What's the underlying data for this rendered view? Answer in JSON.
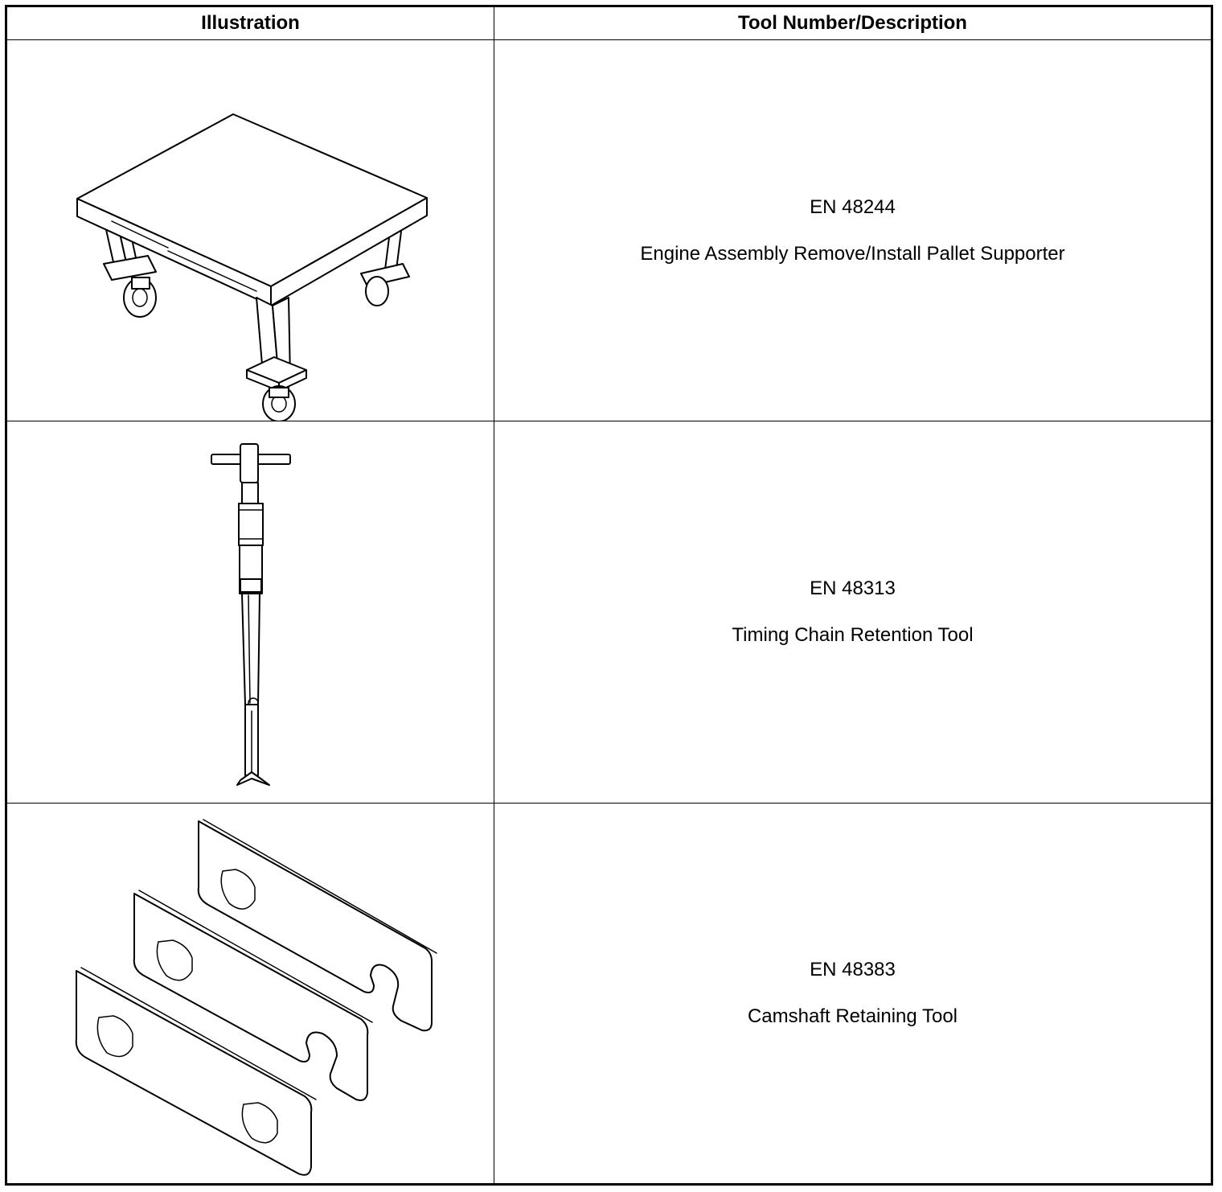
{
  "table": {
    "headers": {
      "illustration": "Illustration",
      "description": "Tool Number/Description"
    },
    "rows": [
      {
        "number": "EN 48244",
        "description": "Engine Assembly Remove/Install Pallet Supporter"
      },
      {
        "number": "EN 48313",
        "description": "Timing Chain Retention Tool"
      },
      {
        "number": "EN 48383",
        "description": "Camshaft Retaining Tool"
      }
    ]
  }
}
